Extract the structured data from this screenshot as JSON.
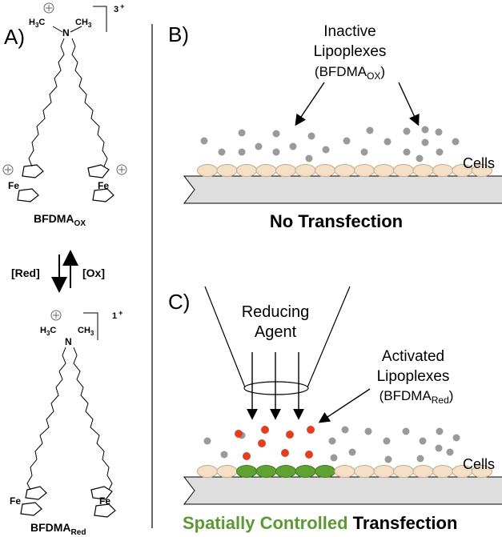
{
  "panels": {
    "a_label": "A)",
    "b_label": "B)",
    "c_label": "C)"
  },
  "molecule_top": {
    "charge": "3",
    "charge_sign": "+",
    "methyl_left": "H",
    "methyl_left_sub": "3",
    "methyl_left_c": "C",
    "nitrogen": "N",
    "methyl_right": "CH",
    "methyl_right_sub": "3",
    "iron_left": "Fe",
    "iron_right": "Fe",
    "name_main": "BFDMA",
    "name_sub": "OX"
  },
  "redox": {
    "reduce_label": "[Red]",
    "oxidize_label": "[Ox]"
  },
  "molecule_bottom": {
    "charge": "1",
    "charge_sign": "+",
    "methyl_left": "H",
    "methyl_left_sub": "3",
    "methyl_left_c": "C",
    "nitrogen": "N",
    "methyl_right": "CH",
    "methyl_right_sub": "3",
    "iron_left": "Fe",
    "iron_right": "Fe",
    "name_main": "BFDMA",
    "name_sub": "Red"
  },
  "panel_b": {
    "callout_line1": "Inactive",
    "callout_line2": "Lipoplexes",
    "callout_line3_main": "(BFDMA",
    "callout_line3_sub": "OX",
    "callout_line3_end": ")",
    "cells_label": "Cells",
    "result": "No Transfection"
  },
  "panel_c": {
    "agent_line1": "Reducing",
    "agent_line2": "Agent",
    "callout_line1": "Activated",
    "callout_line2": "Lipoplexes",
    "callout_line3_main": "(BFDMA",
    "callout_line3_sub": "Red",
    "callout_line3_end": ")",
    "cells_label": "Cells",
    "result_highlight": "Spatially Controlled",
    "result_rest": "Transfection"
  },
  "colors": {
    "inactive_dot": "#9a9a9a",
    "active_dot": "#e0401f",
    "cell_fill": "#f3e0c7",
    "cell_active": "#5fa232",
    "substrate": "#dedede",
    "highlight_text": "#5b9a33"
  }
}
